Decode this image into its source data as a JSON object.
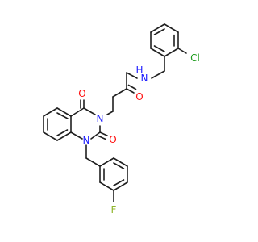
{
  "molecule": {
    "atom_labels": {
      "cl": "Cl",
      "nh": "H",
      "n_amide": "N",
      "o_amide": "O",
      "o_top": "O",
      "n3": "N",
      "o_bottom": "O",
      "n1": "N",
      "f": "F"
    },
    "colors": {
      "bond": "#1f1f1f",
      "chlorine": "#1f9d1f",
      "nitrogen": "#1a1aff",
      "oxygen": "#ff0d0d",
      "fluorine": "#8fb52a"
    }
  }
}
